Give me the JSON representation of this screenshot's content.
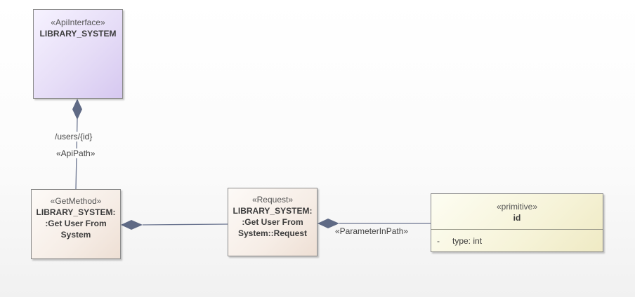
{
  "colors": {
    "connector": "#6b7590",
    "diamond": "#5f6a85",
    "api_interface_fill": "#e6ddf7",
    "method_fill": "#f6ede6",
    "primitive_fill": "#f6f3d8"
  },
  "nodes": {
    "api_interface": {
      "stereotype": "«ApiInterface»",
      "name": "LIBRARY_SYSTEM"
    },
    "get_method": {
      "stereotype": "«GetMethod»",
      "name_line1": "LIBRARY_SYSTEM:",
      "name_line2": ":Get User From",
      "name_line3": "System"
    },
    "request": {
      "stereotype": "«Request»",
      "name_line1": "LIBRARY_SYSTEM:",
      "name_line2": ":Get User From",
      "name_line3": "System::Request"
    },
    "primitive": {
      "stereotype": "«primitive»",
      "name": "id",
      "attribute_visibility": "-",
      "attribute": "type: int"
    }
  },
  "connectors": {
    "api_path": {
      "path_label": "/users/{id}",
      "stereotype": "«ApiPath»"
    },
    "parameter_in_path": {
      "stereotype": "«ParameterInPath»"
    }
  }
}
